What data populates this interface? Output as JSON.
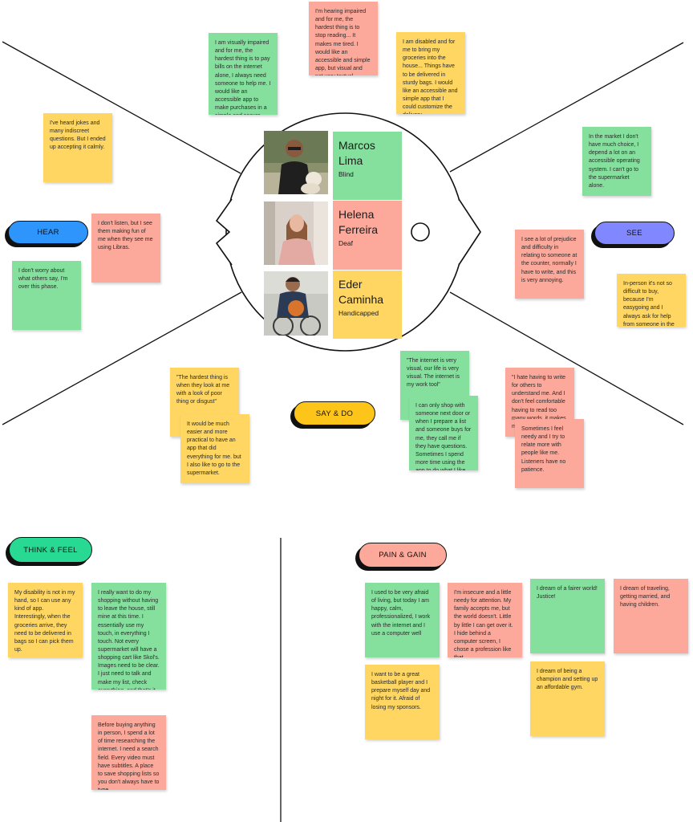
{
  "colors": {
    "green": "#85e09e",
    "pink": "#fca99b",
    "yellow": "#fed661",
    "hear_pill": "#2d95fb",
    "see_pill": "#8087ff",
    "say_do_pill": "#fdc419",
    "think_feel_pill": "#27d992",
    "pain_gain_pill": "#fca99b"
  },
  "sections": {
    "hear": "HEAR",
    "see": "SEE",
    "say_do": "SAY & DO",
    "think_feel": "THINK & FEEL",
    "pain_gain": "PAIN & GAIN"
  },
  "personas": [
    {
      "name": "Marcos Lima",
      "role": "Blind"
    },
    {
      "name": "Helena Ferreira",
      "role": "Deaf"
    },
    {
      "name": "Eder Caminha",
      "role": "Handicapped"
    }
  ],
  "notes": {
    "top_green": "I am visually impaired and for me, the hardest thing is to pay bills on the internet alone, I always need someone to help me. I would like an accessible app to make purchases in a simple and secure way\n\nMarcos Lima",
    "top_pink": "I'm hearing impaired and for me, the hardest thing is to stop reading... It makes me tired. I would like an accessible and simple app, but visual and not very textual\n\nHelena Ferreira",
    "top_yellow": "I am disabled and for me to bring my groceries into the house... Things have to be delivered in sturdy bags. I would like an accessible and simple app that I could customize the delivery\n\nEder Caminha",
    "hear_jokes": "I've heard jokes and many indiscreet questions. But I ended up accepting it calmly.",
    "hear_libras": "I don't listen, but I see them making fun of me when they see me using Libras.",
    "hear_worry": "I don't worry about what others say, I'm over this phase.",
    "see_market": "In the market I don't have much choice, I depend a lot on an accessible operating system. I can't go to the supermarket alone.",
    "see_prejudice": "I see a lot of prejudice and difficulty in relating to someone at the counter, normally I have to write, and this is very annoying.",
    "see_inperson": "In-person it's not so difficult to buy, because I'm easygoing and I always ask for help from someone in the market. Now, not every supermarket is accessible, and having an app that does that for me will be great.",
    "say_hardest": "\"The hardest thing is when they look at me with a look of poor thing or disgust\"",
    "say_practical": "It would be much easier and more practical to have an app that did everything for me. but I also like to go to the supermarket.",
    "say_internet": "\"The internet is very visual, our life is very visual. The internet is my work tool\"",
    "say_shop": "I can only shop with someone next door or when I prepare a list and someone buys for me, they call me if they have questions. Sometimes I spend more time using the app to do what I like on the internet.",
    "say_write": "\"I hate having to write for others to understand me. And I don't feel comfortable having to read too many words, it makes me tired.\"",
    "say_needy": "Sometimes I feel needy and I try to relate more with people like me. Listeners have no patience.",
    "think_disability": "My disability is not in my hand, so I can use any kind of app. Interestingly, when the groceries arrive, they need to be delivered in bags so I can pick them up.",
    "think_shopping": "I really want to do my shopping without having to leave the house, still mine at this time. I essentially use my touch, in everything I touch. Not every supermarket will have a shopping cart like Skol's. Images need to be clear. I just need to talk and make my list, check everything, and that's it. Make the payment.",
    "think_research": "Before buying anything in person, I spend a lot of time researching the internet. I need a search field. Every video must have subtitles. A place to save shopping lists so you don't always have to type.",
    "pain_afraid": "I used to be very afraid of living, but today I am happy, calm, professionalized, I work with the internet and I use a computer well",
    "pain_insecure": "I'm insecure and a little needy for attention. My family accepts me, but the world doesn't. Little by little I can get over it. I hide behind a computer screen, I chose a profession like that.",
    "pain_fairer": "I dream of a fairer world! Justice!",
    "pain_traveling": "I dream of traveling, getting married, and having children.",
    "pain_basketball": "I want to be a great basketball player and I prepare myself day and night for it. Afraid of losing my sponsors.",
    "pain_champion": "I dream of being a champion and setting up an affordable gym."
  }
}
